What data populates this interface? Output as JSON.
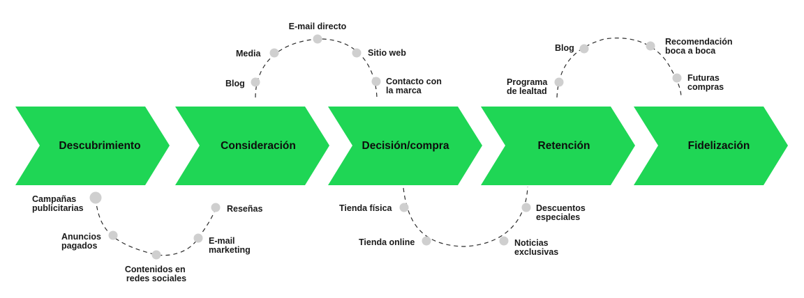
{
  "stages": [
    {
      "label": "Descubrimiento"
    },
    {
      "label": "Consideración"
    },
    {
      "label": "Decisión/compra"
    },
    {
      "label": "Retención"
    },
    {
      "label": "Fidelización"
    }
  ],
  "touchpoints": {
    "descubrimiento": [
      {
        "lines": [
          "Campañas",
          "publicitarias"
        ]
      },
      {
        "lines": [
          "Anuncios",
          "pagados"
        ]
      },
      {
        "lines": [
          "Contenidos en",
          "redes sociales"
        ]
      }
    ],
    "consideracion_bottom": [
      {
        "lines": [
          "E-mail",
          "marketing"
        ]
      },
      {
        "lines": [
          "Reseñas"
        ]
      }
    ],
    "consideracion_top": [
      {
        "lines": [
          "Blog"
        ]
      },
      {
        "lines": [
          "Media"
        ]
      },
      {
        "lines": [
          "E-mail directo"
        ]
      },
      {
        "lines": [
          "Sitio web"
        ]
      },
      {
        "lines": [
          "Contacto con",
          "la marca"
        ]
      }
    ],
    "decision": [
      {
        "lines": [
          "Tienda física"
        ]
      },
      {
        "lines": [
          "Tienda online"
        ]
      }
    ],
    "retencion": [
      {
        "lines": [
          "Noticias",
          "exclusivas"
        ]
      },
      {
        "lines": [
          "Descuentos",
          "especiales"
        ]
      }
    ],
    "fidelizacion": [
      {
        "lines": [
          "Programa",
          "de lealtad"
        ]
      },
      {
        "lines": [
          "Blog"
        ]
      },
      {
        "lines": [
          "Recomendación",
          "boca a boca"
        ]
      },
      {
        "lines": [
          "Futuras",
          "compras"
        ]
      }
    ]
  },
  "colors": {
    "stage_fill": "#1fd655",
    "dot_fill": "#cfcfcf",
    "line": "#2a2a2a"
  }
}
